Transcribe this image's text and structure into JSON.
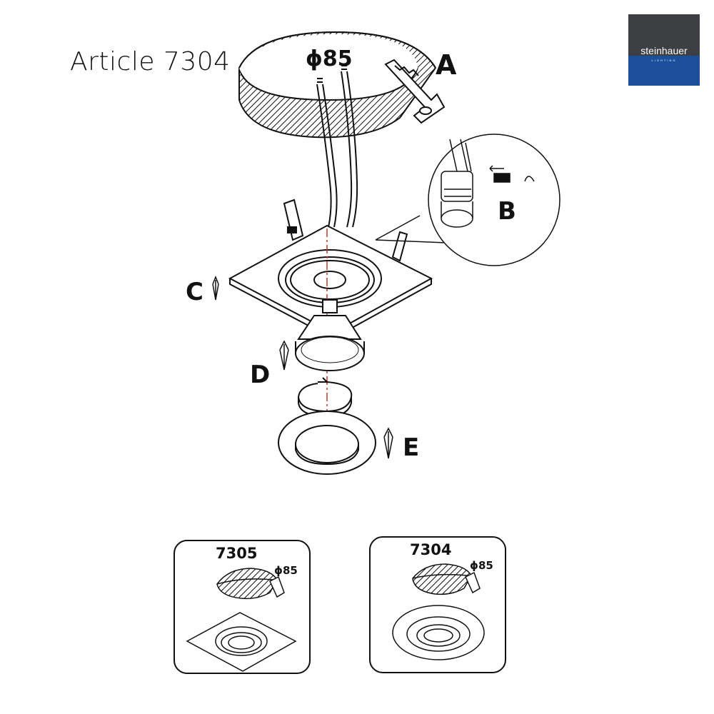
{
  "title": "Article 7304",
  "logo": {
    "name": "steinhauer",
    "sub": "LIGHTING"
  },
  "labels": {
    "diameter": "ϕ85",
    "A": "A",
    "B": "B",
    "C": "C",
    "D": "D",
    "E": "E"
  },
  "variants": [
    {
      "article": "7305",
      "diameter": "ϕ85",
      "shape": "square"
    },
    {
      "article": "7304",
      "diameter": "ϕ85",
      "shape": "round"
    }
  ],
  "colors": {
    "line": "#111111",
    "centerline": "#c0392b",
    "logo_dark": "#3d3f42",
    "logo_blue": "#1b4f9c"
  }
}
